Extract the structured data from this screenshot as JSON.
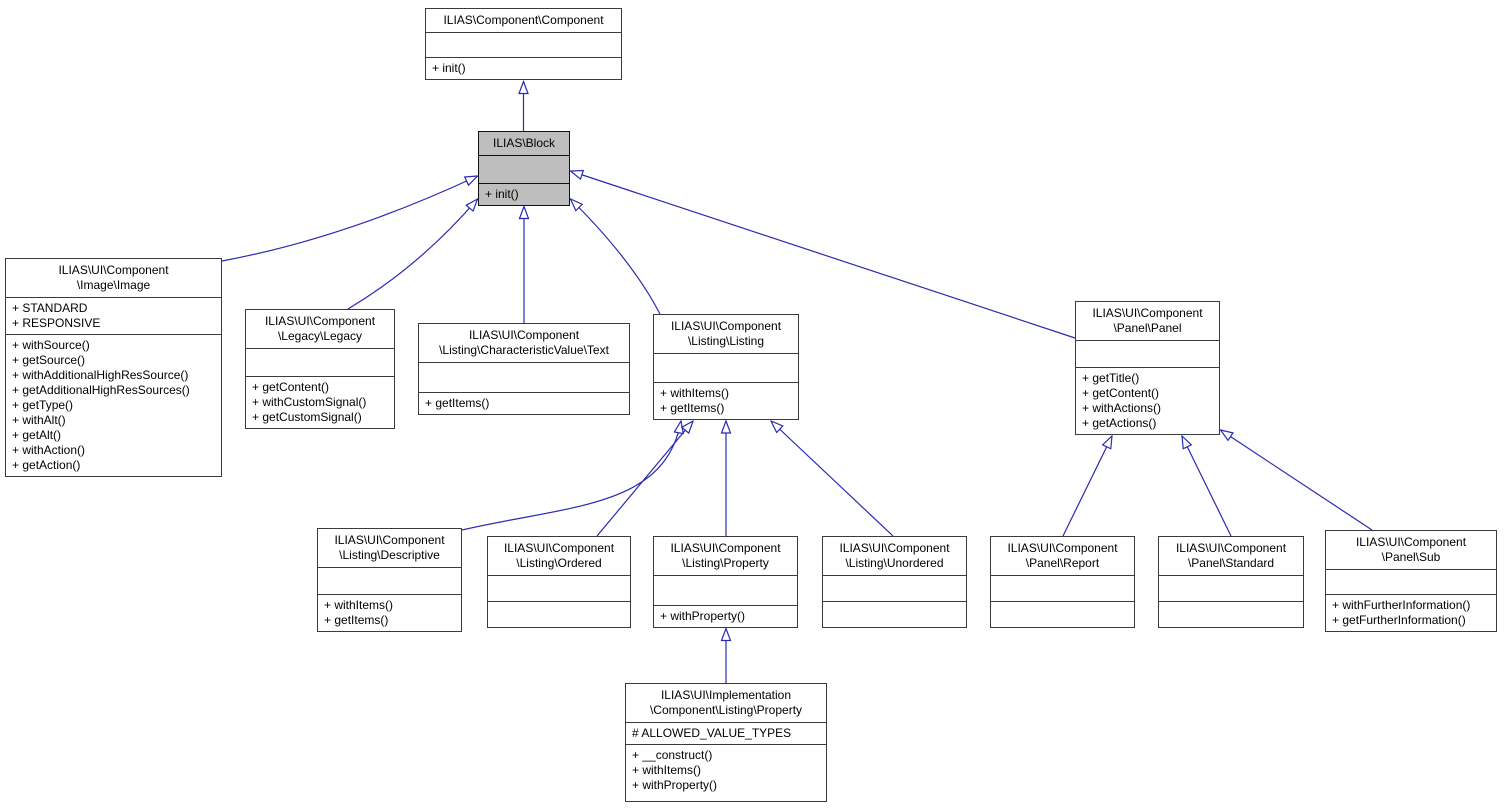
{
  "diagram": {
    "type": "uml-class-inheritance-diagram",
    "highlighted_class": "ILIAS\\Block"
  },
  "colors": {
    "background": "#ffffff",
    "node_fill": "#ffffff",
    "highlight_fill": "#bebebe",
    "border": "#3a3a3a",
    "edge": "#2929b4",
    "text": "#000000"
  },
  "classes": [
    {
      "id": "component",
      "title_lines": [
        "ILIAS\\Component\\Component"
      ],
      "attributes": [],
      "methods": [
        "+ init()"
      ],
      "highlighted": false
    },
    {
      "id": "block",
      "title_lines": [
        "ILIAS\\Block"
      ],
      "attributes": [],
      "methods": [
        "+ init()"
      ],
      "highlighted": true
    },
    {
      "id": "image",
      "title_lines": [
        "ILIAS\\UI\\Component",
        "\\Image\\Image"
      ],
      "attributes": [
        "+ STANDARD",
        "+ RESPONSIVE"
      ],
      "methods": [
        "+ withSource()",
        "+ getSource()",
        "+ withAdditionalHighResSource()",
        "+ getAdditionalHighResSources()",
        "+ getType()",
        "+ withAlt()",
        "+ getAlt()",
        "+ withAction()",
        "+ getAction()"
      ],
      "highlighted": false
    },
    {
      "id": "legacy",
      "title_lines": [
        "ILIAS\\UI\\Component",
        "\\Legacy\\Legacy"
      ],
      "attributes": [],
      "methods": [
        "+ getContent()",
        "+ withCustomSignal()",
        "+ getCustomSignal()"
      ],
      "highlighted": false
    },
    {
      "id": "text",
      "title_lines": [
        "ILIAS\\UI\\Component",
        "\\Listing\\CharacteristicValue\\Text"
      ],
      "attributes": [],
      "methods": [
        "+ getItems()"
      ],
      "highlighted": false
    },
    {
      "id": "listing",
      "title_lines": [
        "ILIAS\\UI\\Component",
        "\\Listing\\Listing"
      ],
      "attributes": [],
      "methods": [
        "+ withItems()",
        "+ getItems()"
      ],
      "highlighted": false
    },
    {
      "id": "panel",
      "title_lines": [
        "ILIAS\\UI\\Component",
        "\\Panel\\Panel"
      ],
      "attributes": [],
      "methods": [
        "+ getTitle()",
        "+ getContent()",
        "+ withActions()",
        "+ getActions()"
      ],
      "highlighted": false
    },
    {
      "id": "descriptive",
      "title_lines": [
        "ILIAS\\UI\\Component",
        "\\Listing\\Descriptive"
      ],
      "attributes": [],
      "methods": [
        "+ withItems()",
        "+ getItems()"
      ],
      "highlighted": false
    },
    {
      "id": "ordered",
      "title_lines": [
        "ILIAS\\UI\\Component",
        "\\Listing\\Ordered"
      ],
      "attributes": [],
      "methods": [],
      "highlighted": false
    },
    {
      "id": "property",
      "title_lines": [
        "ILIAS\\UI\\Component",
        "\\Listing\\Property"
      ],
      "attributes": [],
      "methods": [
        "+ withProperty()"
      ],
      "highlighted": false
    },
    {
      "id": "unordered",
      "title_lines": [
        "ILIAS\\UI\\Component",
        "\\Listing\\Unordered"
      ],
      "attributes": [],
      "methods": [],
      "highlighted": false
    },
    {
      "id": "report",
      "title_lines": [
        "ILIAS\\UI\\Component",
        "\\Panel\\Report"
      ],
      "attributes": [],
      "methods": [],
      "highlighted": false
    },
    {
      "id": "standard",
      "title_lines": [
        "ILIAS\\UI\\Component",
        "\\Panel\\Standard"
      ],
      "attributes": [],
      "methods": [],
      "highlighted": false
    },
    {
      "id": "sub",
      "title_lines": [
        "ILIAS\\UI\\Component",
        "\\Panel\\Sub"
      ],
      "attributes": [],
      "methods": [
        "+ withFurtherInformation()",
        "+ getFurtherInformation()"
      ],
      "highlighted": false
    },
    {
      "id": "impl_property",
      "title_lines": [
        "ILIAS\\UI\\Implementation",
        "\\Component\\Listing\\Property"
      ],
      "attributes": [
        "# ALLOWED_VALUE_TYPES"
      ],
      "methods": [
        "+ __construct()",
        "+ withItems()",
        "+ withProperty()"
      ],
      "highlighted": false
    }
  ],
  "edges": [
    {
      "from": "block",
      "to": "component",
      "relation": "inherits"
    },
    {
      "from": "image",
      "to": "block",
      "relation": "inherits"
    },
    {
      "from": "legacy",
      "to": "block",
      "relation": "inherits"
    },
    {
      "from": "text",
      "to": "block",
      "relation": "inherits"
    },
    {
      "from": "listing",
      "to": "block",
      "relation": "inherits"
    },
    {
      "from": "panel",
      "to": "block",
      "relation": "inherits"
    },
    {
      "from": "descriptive",
      "to": "listing",
      "relation": "inherits"
    },
    {
      "from": "ordered",
      "to": "listing",
      "relation": "inherits"
    },
    {
      "from": "property",
      "to": "listing",
      "relation": "inherits"
    },
    {
      "from": "unordered",
      "to": "listing",
      "relation": "inherits"
    },
    {
      "from": "report",
      "to": "panel",
      "relation": "inherits"
    },
    {
      "from": "standard",
      "to": "panel",
      "relation": "inherits"
    },
    {
      "from": "sub",
      "to": "panel",
      "relation": "inherits"
    },
    {
      "from": "impl_property",
      "to": "property",
      "relation": "inherits"
    }
  ]
}
